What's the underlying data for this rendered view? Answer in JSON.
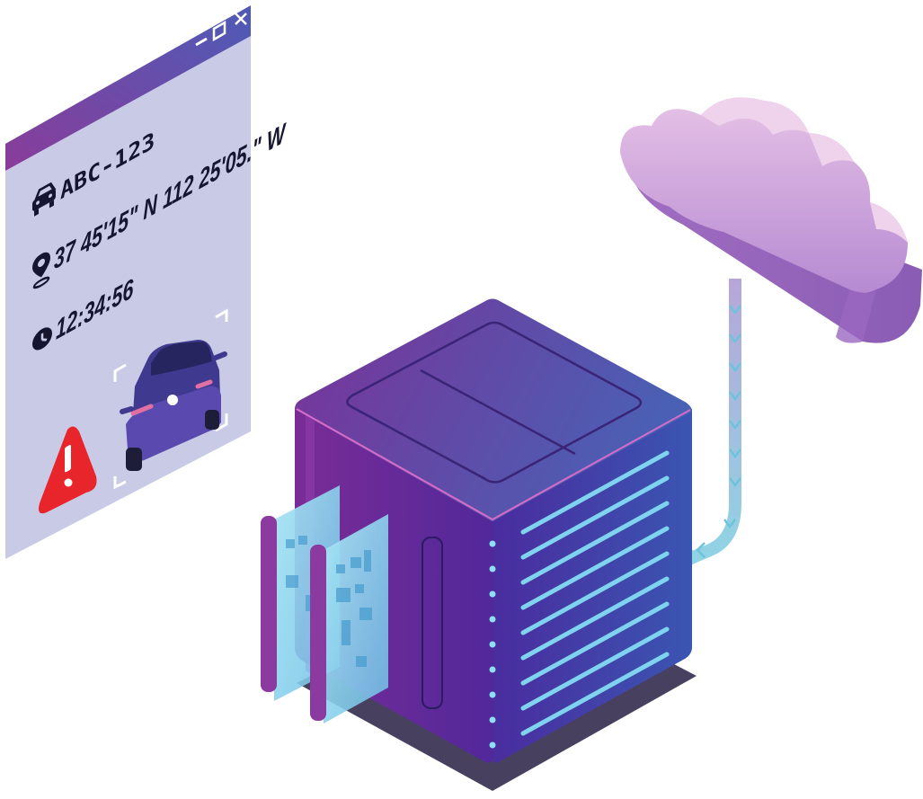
{
  "window": {
    "controls": {
      "minimize_icon": "minimize-icon",
      "maximize_icon": "maximize-icon",
      "close_icon": "close-icon"
    },
    "plate": "ABC-123",
    "coordinates": "37 45'15\" N 112 25'05.\" W",
    "time": "12:34:56",
    "icons": [
      "car-icon",
      "map-pin-icon",
      "clock-icon",
      "warning-icon",
      "car-photo"
    ]
  },
  "colors": {
    "window_bg": "#c9cbe6",
    "titlebar_start": "#8a3c9a",
    "titlebar_end": "#4d5bb6",
    "server_front": "#5b2b9a",
    "server_side": "#3f4aa8",
    "server_top": "#6a3aa6",
    "cloud": "#c99ad8",
    "vent_light": "#7fd3ee",
    "warning": "#e8252b",
    "cable": "#9fd6e2"
  }
}
